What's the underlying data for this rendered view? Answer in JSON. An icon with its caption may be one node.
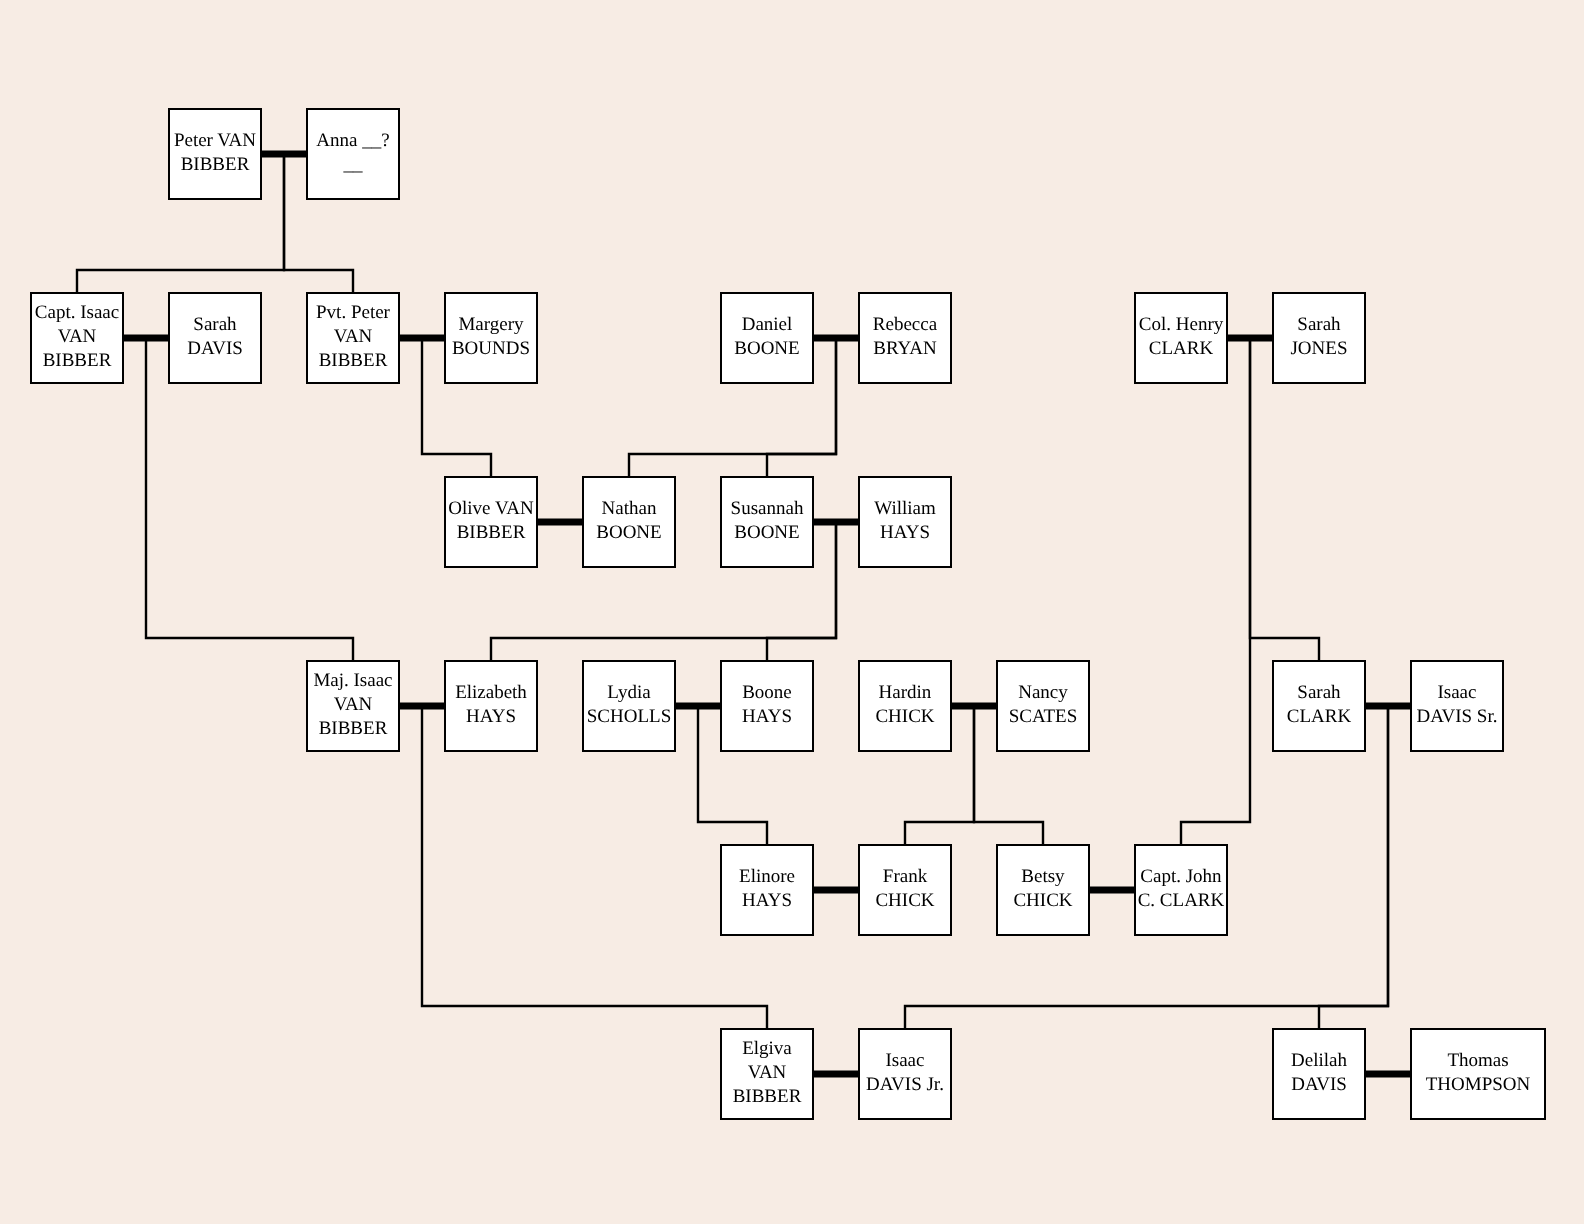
{
  "diagram": {
    "nodes": [
      {
        "text": [
          "Peter VAN BIBBER"
        ]
      },
      {
        "text": [
          "Anna __?__"
        ]
      },
      {
        "text": [
          "Capt. Isaac VAN BIBBER"
        ]
      },
      {
        "text": [
          "Sarah DAVIS"
        ]
      },
      {
        "text": [
          "Pvt. Peter VAN BIBBER"
        ]
      },
      {
        "text": [
          "Margery BOUNDS"
        ]
      },
      {
        "text": [
          "Daniel BOONE"
        ]
      },
      {
        "text": [
          "Rebecca BRYAN"
        ]
      },
      {
        "text": [
          "Col. Henry CLARK"
        ]
      },
      {
        "text": [
          "Sarah JONES"
        ]
      },
      {
        "text": [
          "Olive VAN BIBBER"
        ]
      },
      {
        "text": [
          "Nathan BOONE"
        ]
      },
      {
        "text": [
          "Susannah BOONE"
        ]
      },
      {
        "text": [
          "William HAYS"
        ]
      },
      {
        "text": [
          "Maj. Isaac VAN BIBBER"
        ]
      },
      {
        "text": [
          "Elizabeth HAYS"
        ]
      },
      {
        "text": [
          "Lydia SCHOLLS"
        ]
      },
      {
        "text": [
          "Boone HAYS"
        ]
      },
      {
        "text": [
          "Hardin CHICK"
        ]
      },
      {
        "text": [
          "Nancy SCATES"
        ]
      },
      {
        "text": [
          "Sarah CLARK"
        ]
      },
      {
        "text": [
          "Isaac DAVIS Sr."
        ]
      },
      {
        "text": [
          "Elinore HAYS"
        ]
      },
      {
        "text": [
          "Frank CHICK"
        ]
      },
      {
        "text": [
          "Betsy CHICK"
        ]
      },
      {
        "text": [
          "Capt. John C. CLARK"
        ]
      },
      {
        "text": [
          "Elgiva VAN BIBBER"
        ]
      },
      {
        "text": [
          "Isaac DAVIS Jr."
        ]
      },
      {
        "text": [
          "Delilah DAVIS"
        ]
      },
      {
        "text": [
          "Thomas THOMPSON"
        ]
      }
    ],
    "edges": [
      {
        "from": 0,
        "to": 1,
        "arrow": "none",
        "style": "thick"
      },
      {
        "from": 2,
        "to": 3,
        "arrow": "none",
        "style": "thick"
      },
      {
        "from": 4,
        "to": 5,
        "arrow": "none",
        "style": "thick"
      },
      {
        "from": 6,
        "to": 7,
        "arrow": "none",
        "style": "thick"
      },
      {
        "from": 8,
        "to": 9,
        "arrow": "none",
        "style": "thick"
      },
      {
        "from": 10,
        "to": 11,
        "arrow": "none",
        "style": "thick"
      },
      {
        "from": 12,
        "to": 13,
        "arrow": "none",
        "style": "thick"
      },
      {
        "from": 14,
        "to": 15,
        "arrow": "none",
        "style": "thick"
      },
      {
        "from": 16,
        "to": 17,
        "arrow": "none",
        "style": "thick"
      },
      {
        "from": 18,
        "to": 19,
        "arrow": "none",
        "style": "thick"
      },
      {
        "from": 20,
        "to": 21,
        "arrow": "none",
        "style": "thick"
      },
      {
        "from": 22,
        "to": 23,
        "arrow": "none",
        "style": "thick"
      },
      {
        "from": 24,
        "to": 25,
        "arrow": "none",
        "style": "thick"
      },
      {
        "from": 26,
        "to": 27,
        "arrow": "none",
        "style": "thick"
      },
      {
        "from": 28,
        "to": 29,
        "arrow": "none",
        "style": "thick"
      },
      {
        "from": 0,
        "to": 2,
        "arrow": "none"
      },
      {
        "from": 0,
        "to": 4,
        "arrow": "none"
      },
      {
        "from": 2,
        "to": 14,
        "arrow": "none"
      },
      {
        "from": 4,
        "to": 10,
        "arrow": "none"
      },
      {
        "from": 6,
        "to": 11,
        "arrow": "none"
      },
      {
        "from": 6,
        "to": 12,
        "arrow": "none"
      },
      {
        "from": 12,
        "to": 15,
        "arrow": "none"
      },
      {
        "from": 12,
        "to": 17,
        "arrow": "none"
      },
      {
        "from": 8,
        "to": 20,
        "arrow": "none"
      },
      {
        "from": 8,
        "to": 25,
        "arrow": "none"
      },
      {
        "from": 16,
        "to": 22,
        "arrow": "none"
      },
      {
        "from": 18,
        "to": 23,
        "arrow": "none"
      },
      {
        "from": 18,
        "to": 24,
        "arrow": "none"
      },
      {
        "from": 14,
        "to": 26,
        "arrow": "none"
      },
      {
        "from": 20,
        "to": 27,
        "arrow": "none"
      },
      {
        "from": 20,
        "to": 28,
        "arrow": "none"
      }
    ]
  }
}
